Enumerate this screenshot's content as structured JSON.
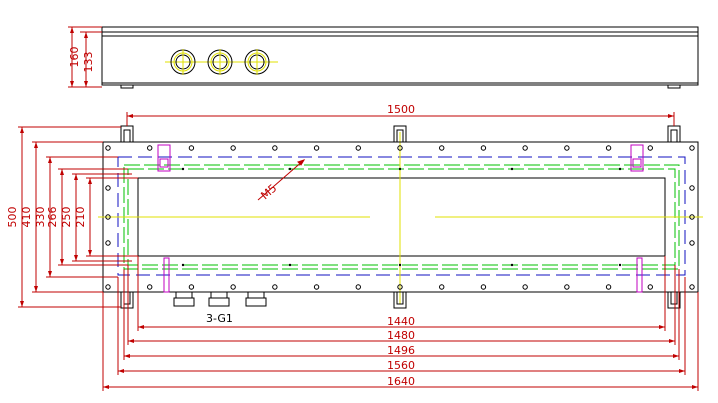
{
  "drawing": {
    "colors": {
      "outline": "#000000",
      "dimension": "#c00000",
      "centerline": "#e0e000",
      "seal_green": "#00c000",
      "blue_dash": "#1010c0",
      "magenta": "#c000c0"
    },
    "side_view": {
      "dims": {
        "height_outer": "160",
        "height_inner": "133"
      }
    },
    "plan_view": {
      "dims": {
        "top_hole_pitch": "1500",
        "vert_500": "500",
        "vert_410": "410",
        "vert_330": "330",
        "vert_266": "266",
        "vert_250": "250",
        "vert_210": "210",
        "bottom_1440": "1440",
        "bottom_1480": "1480",
        "bottom_1496": "1496",
        "bottom_1560": "1560",
        "bottom_1640": "1640"
      },
      "callouts": {
        "thread": "M5",
        "gland": "3-G1"
      }
    }
  }
}
